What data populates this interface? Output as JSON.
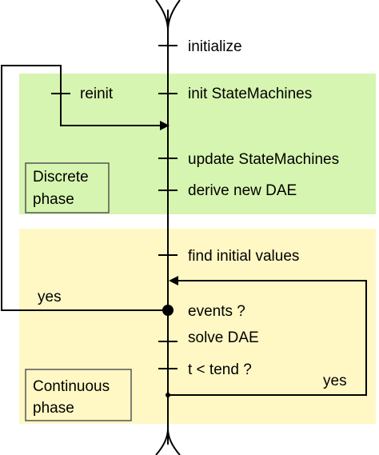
{
  "colors": {
    "discrete_region": "#d6f5b0",
    "continuous_region": "#fff8c4",
    "line": "#000000",
    "phase_box_border": "#555555"
  },
  "steps": {
    "initialize": "initialize",
    "init_state_machines": "init StateMachines",
    "update_state_machines": "update StateMachines",
    "derive_new_dae": "derive new DAE",
    "find_initial_values": "find initial values",
    "events": "events ?",
    "solve_dae": "solve DAE",
    "t_less_tend": "t < tend ?"
  },
  "branches": {
    "reinit": "reinit",
    "yes_events": "yes",
    "yes_loop": "yes"
  },
  "phases": {
    "discrete_line1": "Discrete",
    "discrete_line2": "phase",
    "continuous_line1": "Continuous",
    "continuous_line2": "phase"
  }
}
